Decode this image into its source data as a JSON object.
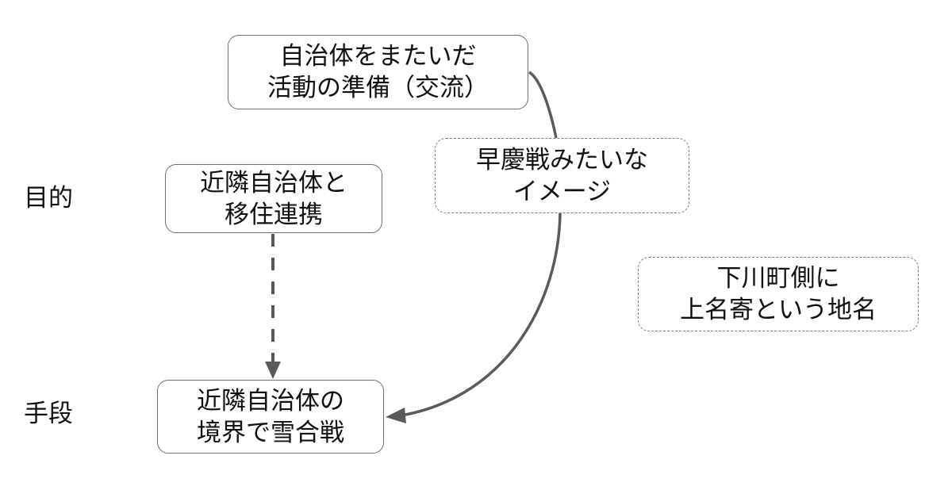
{
  "diagram": {
    "row_labels": {
      "goal": "目的",
      "means": "手段"
    },
    "nodes": {
      "prep": {
        "lines": [
          "自治体をまたいだ",
          "活動の準備（交流）"
        ],
        "style": "solid"
      },
      "soukei": {
        "lines": [
          "早慶戦みたいな",
          "イメージ"
        ],
        "style": "dashed"
      },
      "goal": {
        "lines": [
          "近隣自治体と",
          "移住連携"
        ],
        "style": "solid"
      },
      "means": {
        "lines": [
          "近隣自治体の",
          "境界で雪合戦"
        ],
        "style": "solid"
      },
      "note": {
        "lines": [
          "下川町側に",
          "上名寄という地名"
        ],
        "style": "dashed"
      }
    },
    "edges": [
      {
        "from": "goal",
        "to": "means",
        "style": "dashed",
        "arrow": "end"
      },
      {
        "from": "prep",
        "to": "means",
        "style": "solid-curve",
        "arrow": "end",
        "via": "soukei"
      }
    ],
    "colors": {
      "edge": "#5a5a5a",
      "border": "#6e6e6e",
      "text": "#111111",
      "background": "#ffffff"
    }
  }
}
